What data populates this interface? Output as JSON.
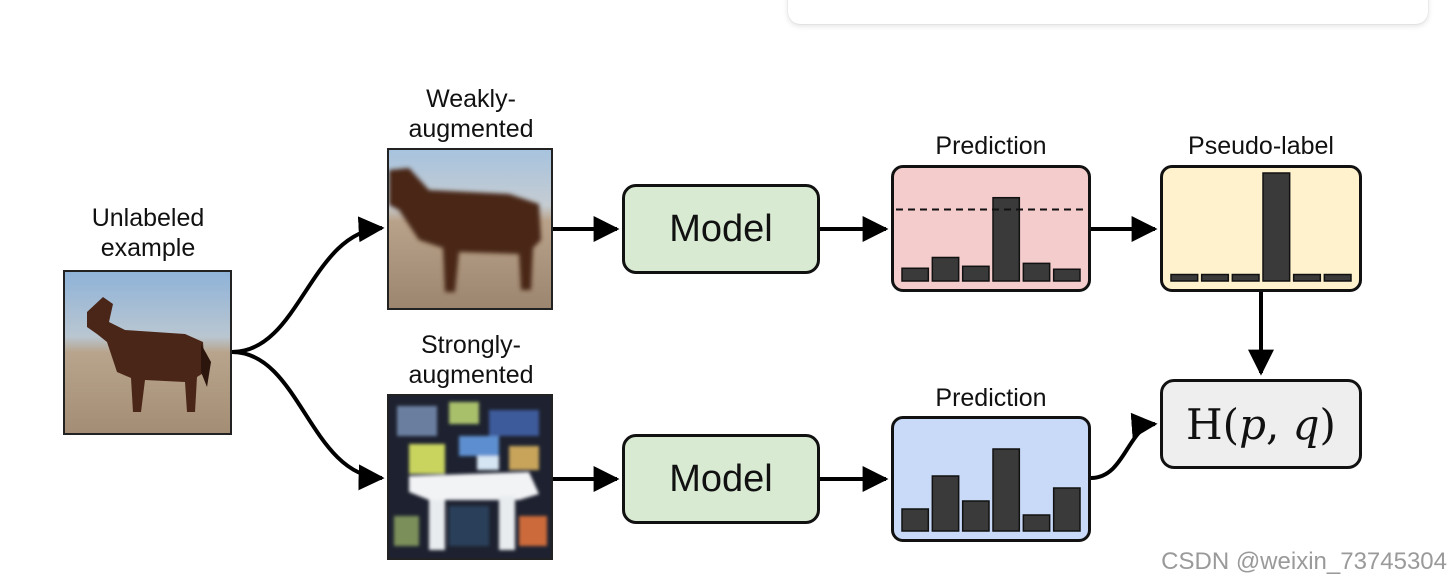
{
  "labels": {
    "unlabeled": [
      "Unlabeled",
      "example"
    ],
    "weak": [
      "Weakly-",
      "augmented"
    ],
    "strong": [
      "Strongly-",
      "augmented"
    ],
    "prediction_top": "Prediction",
    "pseudo_label": "Pseudo-label",
    "prediction_bottom": "Prediction"
  },
  "model_top": "Model",
  "model_bottom": "Model",
  "loss": {
    "H": "H(",
    "p": "p",
    "comma": ", ",
    "q": "q",
    "close": ")"
  },
  "watermark": "CSDN @weixin_73745304",
  "colors": {
    "model_fill": "#d9ead3",
    "prediction_top_fill": "#f4cccc",
    "pseudo_label_fill": "#fff2cc",
    "prediction_bottom_fill": "#c9daf8",
    "loss_fill": "#eeeeee",
    "bar": "#3a3a3a"
  },
  "bars": {
    "prediction_top": [
      0.13,
      0.24,
      0.15,
      0.85,
      0.18,
      0.12
    ],
    "pseudo_label": [
      0.06,
      0.06,
      0.06,
      1.0,
      0.06,
      0.06
    ],
    "prediction_bottom": [
      0.22,
      0.55,
      0.3,
      0.82,
      0.16,
      0.43
    ]
  }
}
